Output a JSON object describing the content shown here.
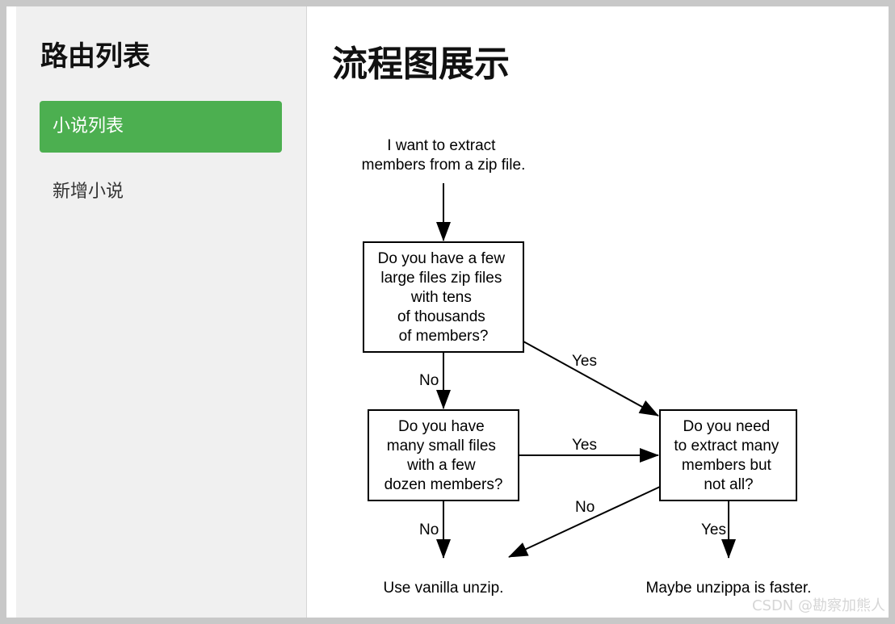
{
  "sidebar": {
    "title": "路由列表",
    "items": [
      {
        "label": "小说列表",
        "active": true
      },
      {
        "label": "新增小说",
        "active": false
      }
    ]
  },
  "main": {
    "title": "流程图展示"
  },
  "flowchart": {
    "start": {
      "lines": [
        "I want to extract",
        "members from a zip file."
      ]
    },
    "q1": {
      "lines": [
        "Do you have a few",
        "large files zip files",
        "with tens",
        "of thousands",
        "of members?"
      ]
    },
    "q2": {
      "lines": [
        "Do you have",
        "many small files",
        "with a few",
        "dozen members?"
      ]
    },
    "q3": {
      "lines": [
        "Do you need",
        "to extract many",
        "members but",
        "not all?"
      ]
    },
    "end_unzip": {
      "lines": [
        "Use vanilla unzip."
      ]
    },
    "end_unzippa": {
      "lines": [
        "Maybe unzippa is faster."
      ]
    },
    "edges": {
      "q1_no": "No",
      "q1_yes": "Yes",
      "q2_yes": "Yes",
      "q2_no": "No",
      "q3_no": "No",
      "q3_yes": "Yes"
    }
  },
  "watermark": "CSDN @勘察加熊人"
}
